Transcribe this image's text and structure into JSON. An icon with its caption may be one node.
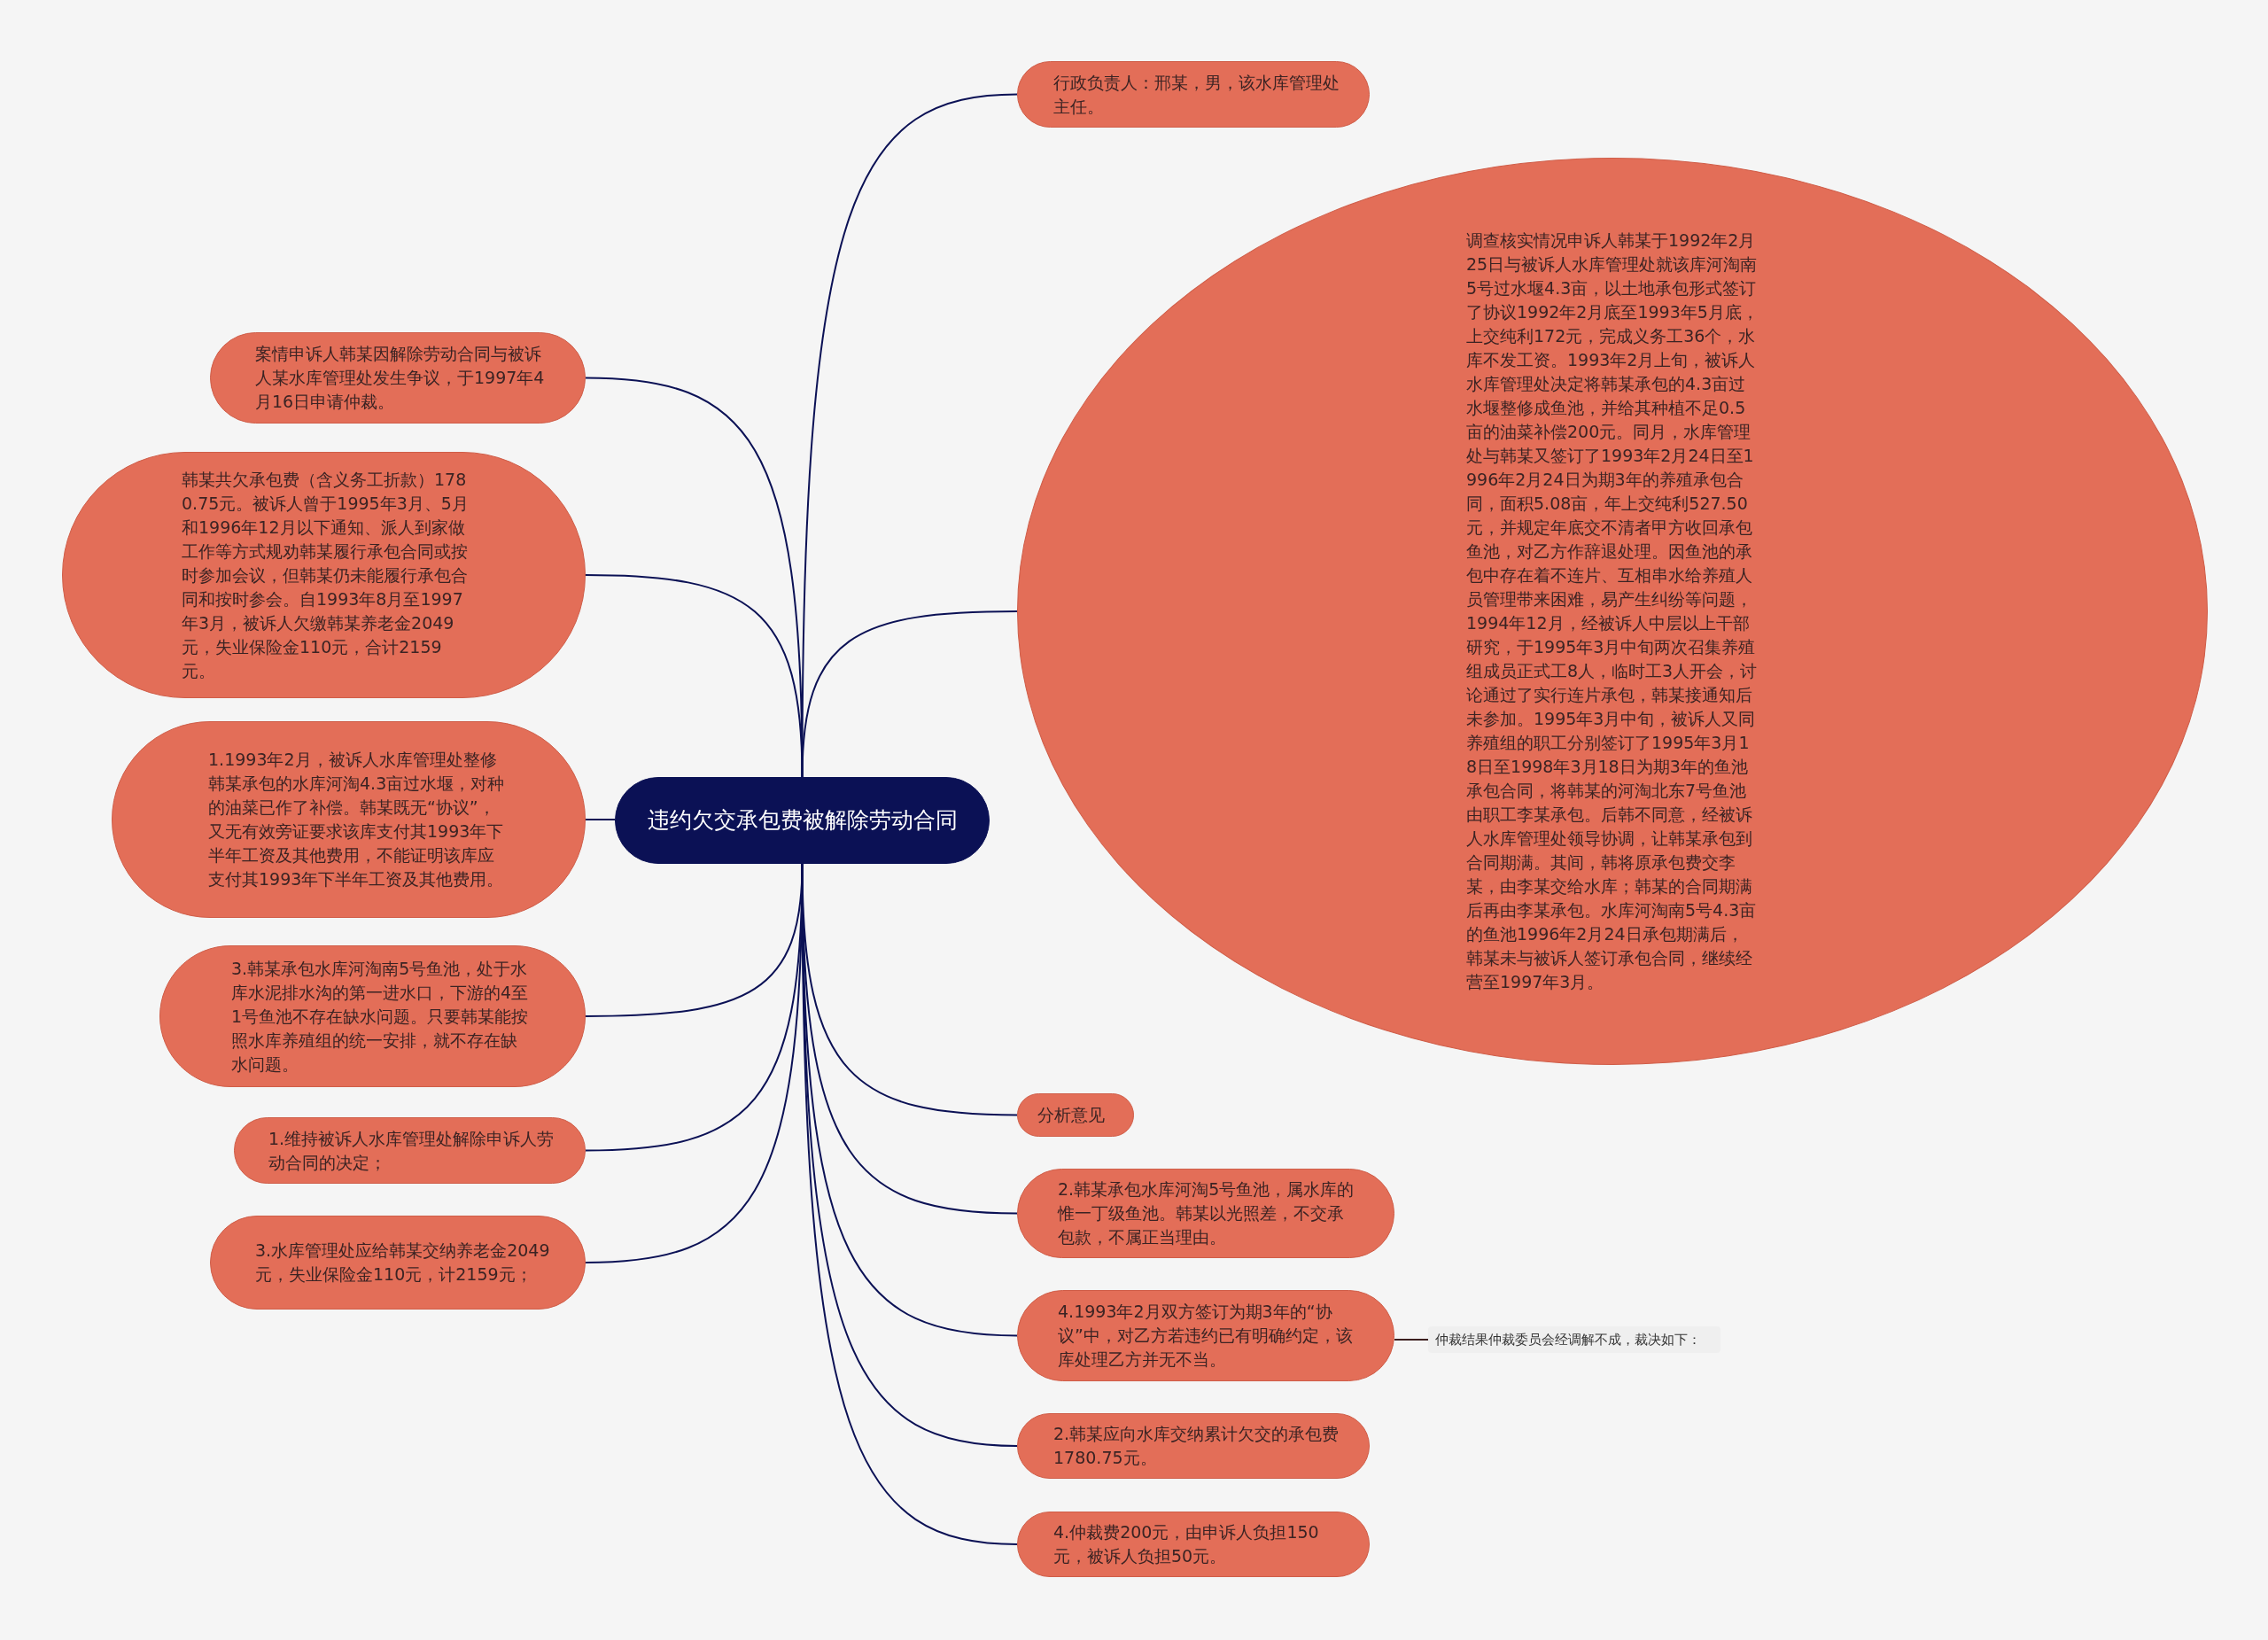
{
  "diagram": {
    "nodes": [
      {
        "text": [
          "违约欠交承包费被解除劳动合同"
        ]
      },
      {
        "text": [
          "行政负责人：邢某，男，该水库管理处主任。"
        ]
      },
      {
        "text": [
          "调查核实情况申诉人韩某于1992年2月25日与被诉人水库管理处就该库河淘南5号过水堰4.3亩，以土地承包形式签订了协议1992年2月底至1993年5月底，上交纯利172元，完成义务工36个，水库不发工资。1993年2月上旬，被诉人水库管理处决定将韩某承包的4.3亩过水堰整修成鱼池，并给其种植不足0.5亩的油菜补偿200元。同月，水库管理处与韩某又签订了1993年2月24日至1996年2月24日为期3年的养殖承包合同，面积5.08亩，年上交纯利527.50元，并规定年底交不清者甲方收回承包鱼池，对乙方作辞退处理。因鱼池的承包中存在着不连片、互相串水给养殖人员管理带来困难，易产生纠纷等问题，1994年12月，经被诉人中层以上干部研究，于1995年3月中旬两次召集养殖组成员正式工8人，临时工3人开会，讨论通过了实行连片承包，韩某接通知后未参加。1995年3月中旬，被诉人又同养殖组的职工分别签订了1995年3月18日至1998年3月18日为期3年的鱼池承包合同，将韩某的河淘北东7号鱼池由职工李某承包。后韩不同意，经被诉人水库管理处领导协调，让韩某承包到合同期满。其间，韩将原承包费交李某，由李某交给水库；韩某的合同期满后再由李某承包。水库河淘南5号4.3亩的鱼池1996年2月24日承包期满后，韩某未与被诉人签订承包合同，继续经营至1997年3月。"
        ]
      },
      {
        "text": [
          "分析意见"
        ]
      },
      {
        "text": [
          "2.韩某承包水库河淘5号鱼池，属水库的惟一丁级鱼池。韩某以光照差，不交承包款，不属正当理由。"
        ]
      },
      {
        "text": [
          "4.1993年2月双方签订为期3年的“协议”中，对乙方若违约已有明确约定，该库处理乙方并无不当。"
        ]
      },
      {
        "text": [
          "2.韩某应向水库交纳累计欠交的承包费1780.75元。"
        ]
      },
      {
        "text": [
          "4.仲裁费200元，由申诉人负担150元，被诉人负担50元。"
        ]
      },
      {
        "text": [
          "仲裁结果仲裁委员会经调解不成，裁决如下："
        ]
      },
      {
        "text": [
          "案情申诉人韩某因解除劳动合同与被诉人某水库管理处发生争议，于1997年4月16日申请仲裁。"
        ]
      },
      {
        "text": [
          "韩某共欠承包费（含义务工折款）1780.75元。被诉人曾于1995年3月、5月和1996年12月以下通知、派人到家做工作等方式规劝韩某履行承包合同或按时参加会议，但韩某仍未能履行承包合同和按时参会。自1993年8月至1997年3月，被诉人欠缴韩某养老金2049元，失业保险金110元，合计2159元。"
        ]
      },
      {
        "text": [
          "1.1993年2月，被诉人水库管理处整修韩某承包的水库河淘4.3亩过水堰，对种的油菜已作了补偿。韩某既无“协议”，又无有效旁证要求该库支付其1993年下半年工资及其他费用，不能证明该库应支付其1993年下半年工资及其他费用。"
        ]
      },
      {
        "text": [
          "3.韩某承包水库河淘南5号鱼池，处于水库水泥排水沟的第一进水口，下游的4至1号鱼池不存在缺水问题。只要韩某能按照水库养殖组的统一安排，就不存在缺水问题。"
        ]
      },
      {
        "text": [
          "1.维持被诉人水库管理处解除申诉人劳动合同的决定；"
        ]
      },
      {
        "text": [
          "3.水库管理处应给韩某交纳养老金2049元，失业保险金110元，计2159元；"
        ]
      }
    ],
    "edges": [
      {
        "from": 0,
        "to": 1,
        "arrow": "none"
      },
      {
        "from": 0,
        "to": 2,
        "arrow": "none"
      },
      {
        "from": 0,
        "to": 3,
        "arrow": "none"
      },
      {
        "from": 0,
        "to": 4,
        "arrow": "none"
      },
      {
        "from": 0,
        "to": 5,
        "arrow": "none"
      },
      {
        "from": 0,
        "to": 6,
        "arrow": "none"
      },
      {
        "from": 0,
        "to": 7,
        "arrow": "none"
      },
      {
        "from": 5,
        "to": 8,
        "arrow": "none",
        "color": "#3d1f1f"
      },
      {
        "from": 0,
        "to": 9,
        "arrow": "none"
      },
      {
        "from": 0,
        "to": 10,
        "arrow": "none"
      },
      {
        "from": 0,
        "to": 11,
        "arrow": "none"
      },
      {
        "from": 0,
        "to": 12,
        "arrow": "none"
      },
      {
        "from": 0,
        "to": 13,
        "arrow": "none"
      },
      {
        "from": 0,
        "to": 14,
        "arrow": "none"
      }
    ]
  }
}
